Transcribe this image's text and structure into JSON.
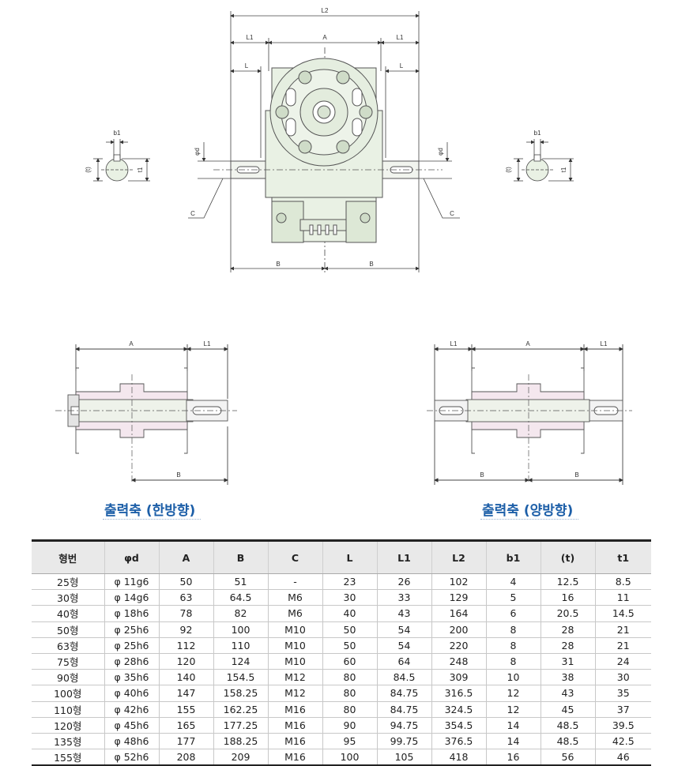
{
  "top_view": {
    "dims": {
      "L2": "L2",
      "L1_left": "L1",
      "A": "A",
      "L1_right": "L1",
      "L_left": "L",
      "L_right": "L",
      "phid_left": "φd",
      "phid_right": "φd",
      "C_left": "C",
      "C_right": "C",
      "B_left": "B",
      "B_right": "B"
    },
    "key_left": {
      "b1": "b1",
      "t": "(t)",
      "t1": "t1"
    },
    "key_right": {
      "b1": "b1",
      "t": "(t)",
      "t1": "t1"
    }
  },
  "shaft_one": {
    "A": "A",
    "L1": "L1",
    "B": "B"
  },
  "shaft_two": {
    "L1_left": "L1",
    "A": "A",
    "L1_right": "L1",
    "B_left": "B",
    "B_right": "B"
  },
  "captions": {
    "one_side": "출력축 (한방향)",
    "two_side": "출력축 (양방향)"
  },
  "colors": {
    "housing": "#e9f1e4",
    "shaft_body": "#f4e7ee",
    "caption": "#1d5fa8"
  },
  "table": {
    "headers": [
      "형번",
      "φd",
      "A",
      "B",
      "C",
      "L",
      "L1",
      "L2",
      "b1",
      "(t)",
      "t1"
    ],
    "rows": [
      [
        "25형",
        "φ 11g6",
        "50",
        "51",
        "-",
        "23",
        "26",
        "102",
        "4",
        "12.5",
        "8.5"
      ],
      [
        "30형",
        "φ 14g6",
        "63",
        "64.5",
        "M6",
        "30",
        "33",
        "129",
        "5",
        "16",
        "11"
      ],
      [
        "40형",
        "φ 18h6",
        "78",
        "82",
        "M6",
        "40",
        "43",
        "164",
        "6",
        "20.5",
        "14.5"
      ],
      [
        "50형",
        "φ 25h6",
        "92",
        "100",
        "M10",
        "50",
        "54",
        "200",
        "8",
        "28",
        "21"
      ],
      [
        "63형",
        "φ 25h6",
        "112",
        "110",
        "M10",
        "50",
        "54",
        "220",
        "8",
        "28",
        "21"
      ],
      [
        "75형",
        "φ 28h6",
        "120",
        "124",
        "M10",
        "60",
        "64",
        "248",
        "8",
        "31",
        "24"
      ],
      [
        "90형",
        "φ 35h6",
        "140",
        "154.5",
        "M12",
        "80",
        "84.5",
        "309",
        "10",
        "38",
        "30"
      ],
      [
        "100형",
        "φ 40h6",
        "147",
        "158.25",
        "M12",
        "80",
        "84.75",
        "316.5",
        "12",
        "43",
        "35"
      ],
      [
        "110형",
        "φ 42h6",
        "155",
        "162.25",
        "M16",
        "80",
        "84.75",
        "324.5",
        "12",
        "45",
        "37"
      ],
      [
        "120형",
        "φ 45h6",
        "165",
        "177.25",
        "M16",
        "90",
        "94.75",
        "354.5",
        "14",
        "48.5",
        "39.5"
      ],
      [
        "135형",
        "φ 48h6",
        "177",
        "188.25",
        "M16",
        "95",
        "99.75",
        "376.5",
        "14",
        "48.5",
        "42.5"
      ],
      [
        "155형",
        "φ 52h6",
        "208",
        "209",
        "M16",
        "100",
        "105",
        "418",
        "16",
        "56",
        "46"
      ]
    ]
  }
}
